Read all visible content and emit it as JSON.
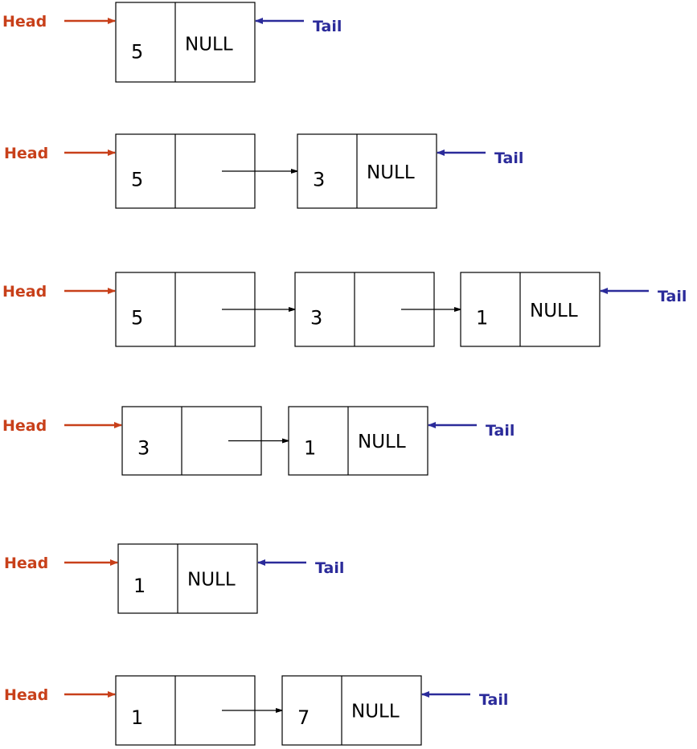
{
  "colors": {
    "head": "#c8401a",
    "tail": "#2b2b9a",
    "node_border": "#000000"
  },
  "labels": {
    "head": "Head",
    "tail": "Tail",
    "null": "NULL"
  },
  "steps": [
    {
      "nodes": [
        "5"
      ]
    },
    {
      "nodes": [
        "5",
        "3"
      ]
    },
    {
      "nodes": [
        "5",
        "3",
        "1"
      ]
    },
    {
      "nodes": [
        "3",
        "1"
      ]
    },
    {
      "nodes": [
        "1"
      ]
    },
    {
      "nodes": [
        "1",
        "7"
      ]
    }
  ]
}
